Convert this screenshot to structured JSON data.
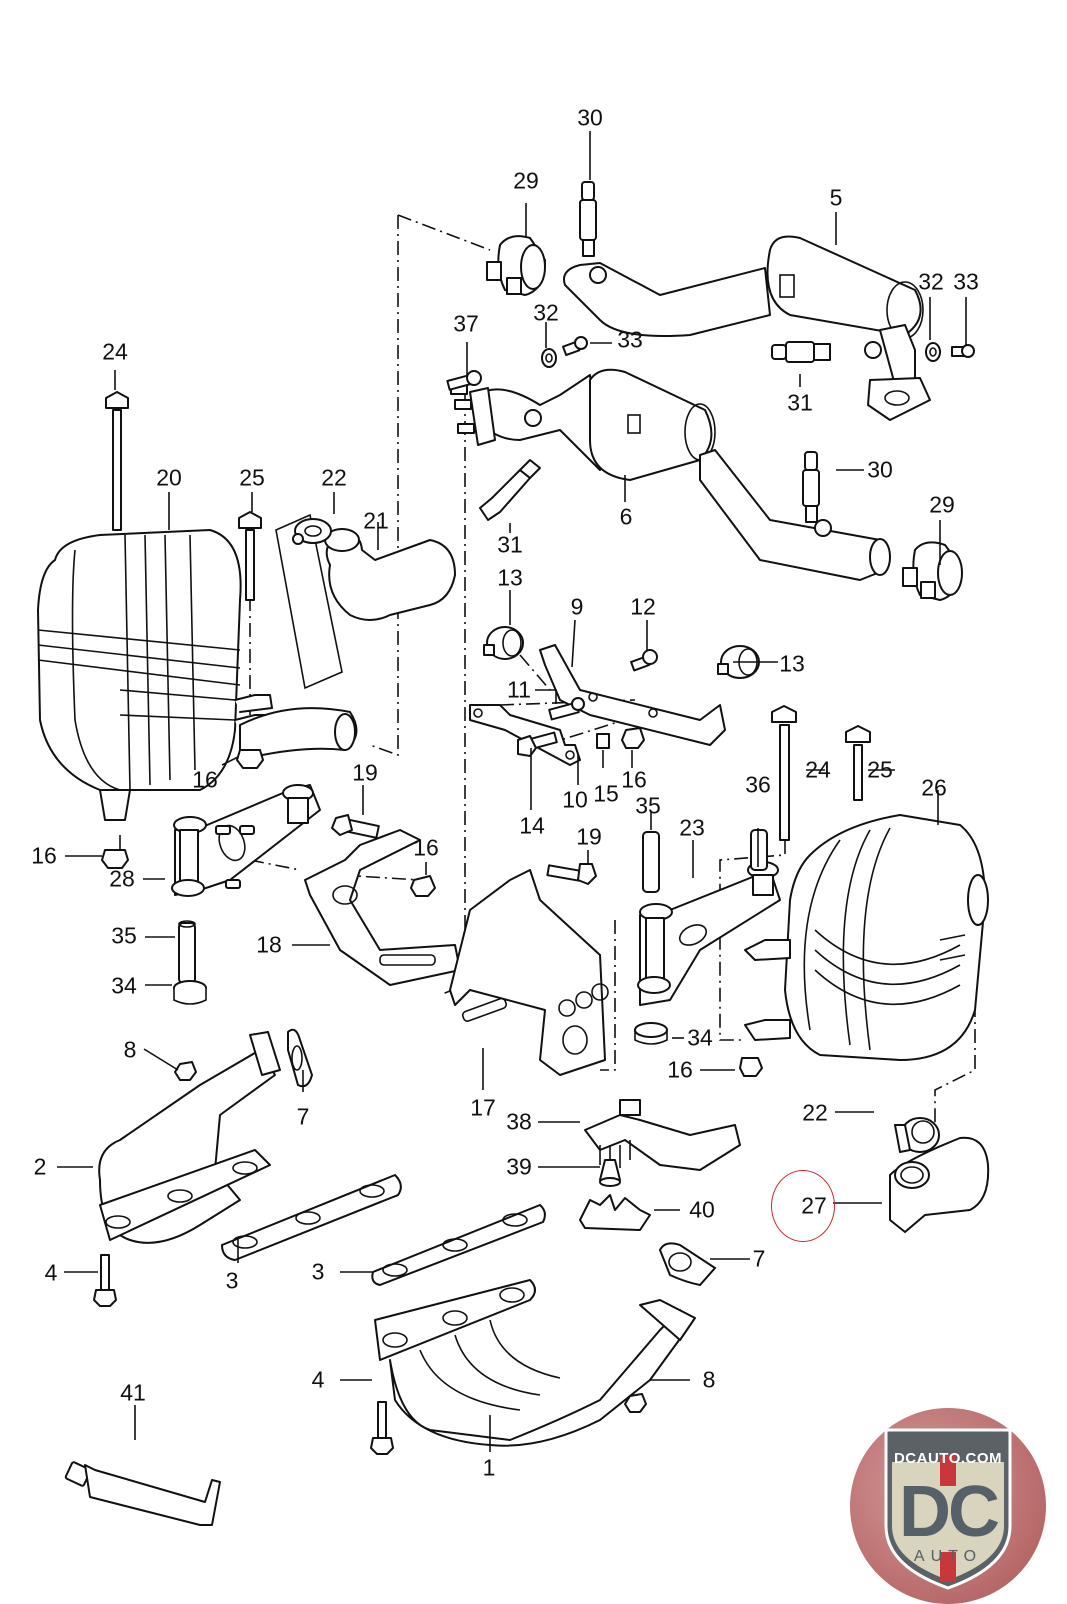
{
  "diagram": {
    "type": "exploded-parts-diagram",
    "subject": "exhaust system",
    "highlighted_callout": "27",
    "highlight_color": "#c8262c",
    "callouts": [
      {
        "id": "c30a",
        "label": "30"
      },
      {
        "id": "c29a",
        "label": "29"
      },
      {
        "id": "c5",
        "label": "5"
      },
      {
        "id": "c32a",
        "label": "32"
      },
      {
        "id": "c33a",
        "label": "33"
      },
      {
        "id": "c37",
        "label": "37"
      },
      {
        "id": "c32b",
        "label": "32"
      },
      {
        "id": "c33b",
        "label": "33"
      },
      {
        "id": "c24a",
        "label": "24"
      },
      {
        "id": "c31a",
        "label": "31"
      },
      {
        "id": "c20",
        "label": "20"
      },
      {
        "id": "c25a",
        "label": "25"
      },
      {
        "id": "c22a",
        "label": "22"
      },
      {
        "id": "c21",
        "label": "21"
      },
      {
        "id": "c30b",
        "label": "30"
      },
      {
        "id": "c6",
        "label": "6"
      },
      {
        "id": "c29b",
        "label": "29"
      },
      {
        "id": "c31b",
        "label": "31"
      },
      {
        "id": "c13a",
        "label": "13"
      },
      {
        "id": "c9",
        "label": "9"
      },
      {
        "id": "c12",
        "label": "12"
      },
      {
        "id": "c13b",
        "label": "13"
      },
      {
        "id": "c11",
        "label": "11"
      },
      {
        "id": "c24b",
        "label": "24"
      },
      {
        "id": "c25b",
        "label": "25"
      },
      {
        "id": "c36",
        "label": "36"
      },
      {
        "id": "c26",
        "label": "26"
      },
      {
        "id": "c16a",
        "label": "16"
      },
      {
        "id": "c19a",
        "label": "19"
      },
      {
        "id": "c10",
        "label": "10"
      },
      {
        "id": "c15",
        "label": "15"
      },
      {
        "id": "c16b",
        "label": "16"
      },
      {
        "id": "c14",
        "label": "14"
      },
      {
        "id": "c35a",
        "label": "35"
      },
      {
        "id": "c16c",
        "label": "16"
      },
      {
        "id": "c28",
        "label": "28"
      },
      {
        "id": "c16d",
        "label": "16"
      },
      {
        "id": "c19b",
        "label": "19"
      },
      {
        "id": "c23",
        "label": "23"
      },
      {
        "id": "c35b",
        "label": "35"
      },
      {
        "id": "c18",
        "label": "18"
      },
      {
        "id": "c34a",
        "label": "34"
      },
      {
        "id": "c34b",
        "label": "34"
      },
      {
        "id": "c8a",
        "label": "8"
      },
      {
        "id": "c7a",
        "label": "7"
      },
      {
        "id": "c16e",
        "label": "16"
      },
      {
        "id": "c17",
        "label": "17"
      },
      {
        "id": "c22b",
        "label": "22"
      },
      {
        "id": "c38",
        "label": "38"
      },
      {
        "id": "c2",
        "label": "2"
      },
      {
        "id": "c39",
        "label": "39"
      },
      {
        "id": "c27",
        "label": "27"
      },
      {
        "id": "c40",
        "label": "40"
      },
      {
        "id": "c3a",
        "label": "3"
      },
      {
        "id": "c7b",
        "label": "7"
      },
      {
        "id": "c4a",
        "label": "4"
      },
      {
        "id": "c3b",
        "label": "3"
      },
      {
        "id": "c4b",
        "label": "4"
      },
      {
        "id": "c8b",
        "label": "8"
      },
      {
        "id": "c41",
        "label": "41"
      },
      {
        "id": "c1",
        "label": "1"
      }
    ]
  },
  "watermark": {
    "site": "DCAUTO.COM",
    "mark": "DC",
    "tagline": "AUTO",
    "shield_fill": "#d9d4bd",
    "accent_red": "#c8383a",
    "mark_color": "#566068"
  }
}
